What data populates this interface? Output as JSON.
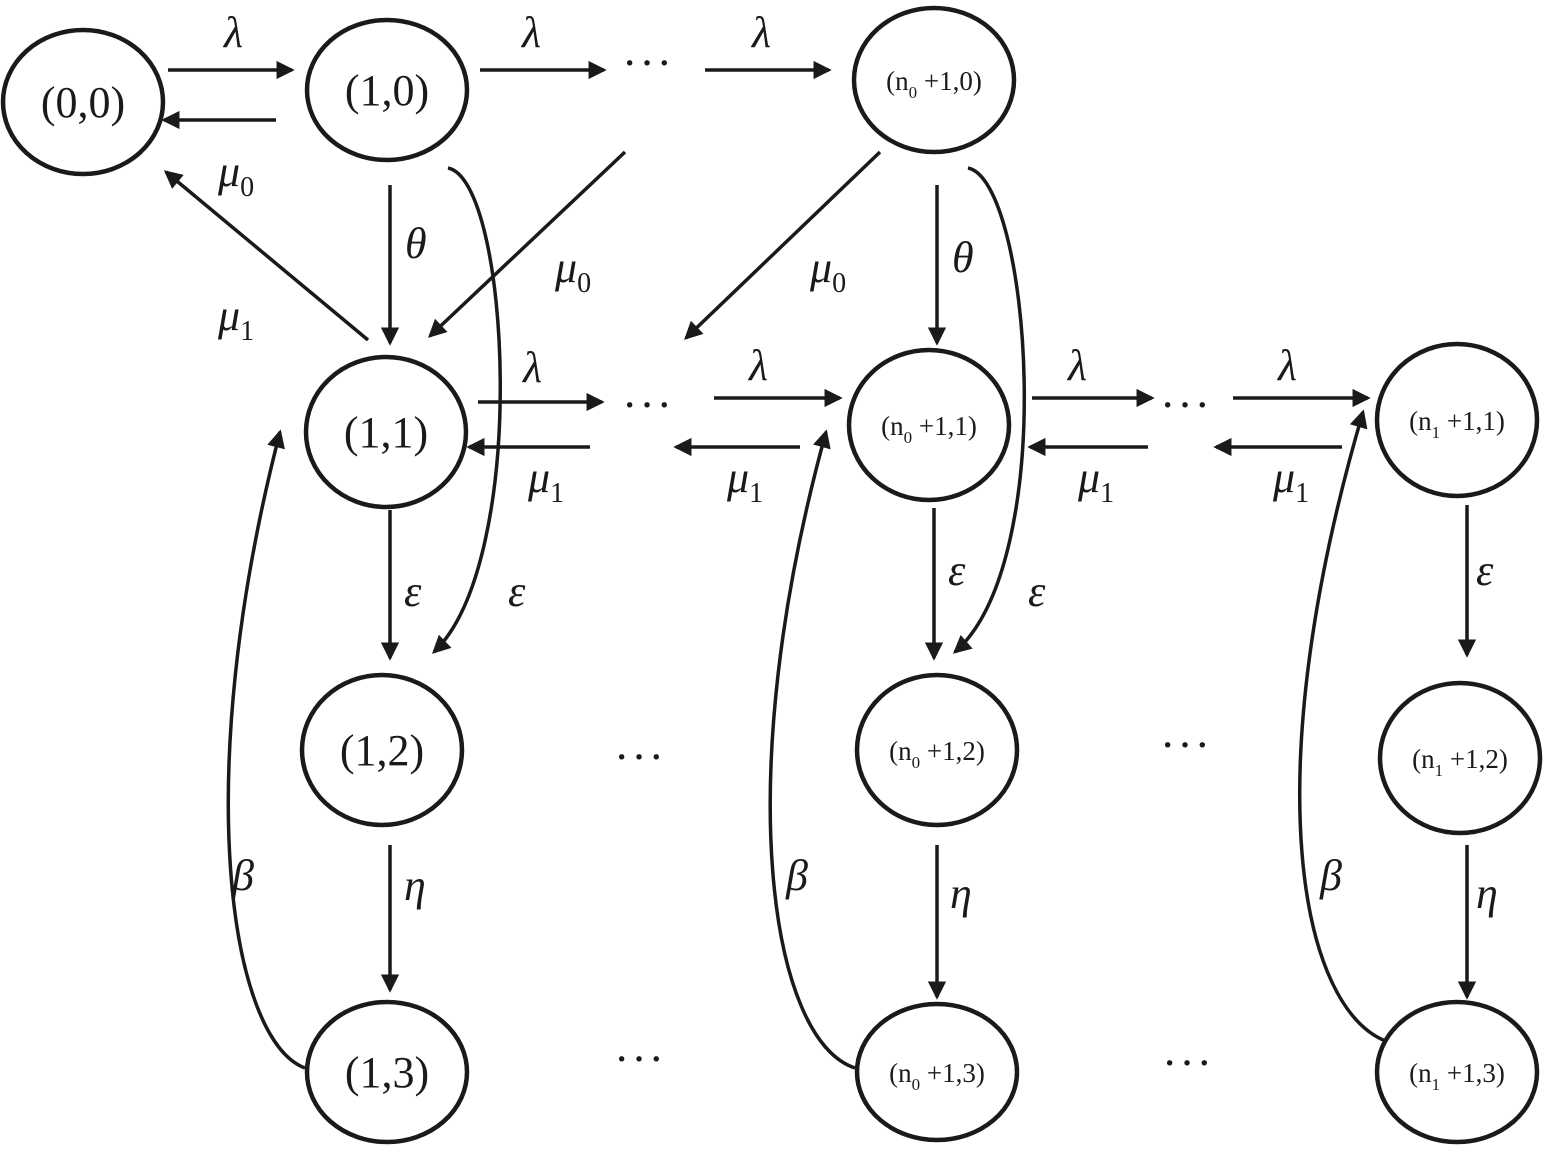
{
  "diagram": {
    "nodes": {
      "s00": "(0,0)",
      "s10": "(1,0)",
      "s11": "(1,1)",
      "s12": "(1,2)",
      "s13": "(1,3)",
      "n0_0": {
        "prefix": "(n",
        "sub": "0",
        "suffix": " +1,0)"
      },
      "n0_1": {
        "prefix": "(n",
        "sub": "0",
        "suffix": " +1,1)"
      },
      "n0_2": {
        "prefix": "(n",
        "sub": "0",
        "suffix": " +1,2)"
      },
      "n0_3": {
        "prefix": "(n",
        "sub": "0",
        "suffix": " +1,3)"
      },
      "n1_1": {
        "prefix": "(n",
        "sub": "1",
        "suffix": " +1,1)"
      },
      "n1_2": {
        "prefix": "(n",
        "sub": "1",
        "suffix": " +1,2)"
      },
      "n1_3": {
        "prefix": "(n",
        "sub": "1",
        "suffix": " +1,3)"
      }
    },
    "rates": {
      "lambda": "λ",
      "mu": "μ",
      "mu_sub0": "0",
      "mu_sub1": "1",
      "theta": "θ",
      "epsilon": "ε",
      "eta": "η",
      "beta": "β"
    },
    "ellipsis": "···"
  }
}
